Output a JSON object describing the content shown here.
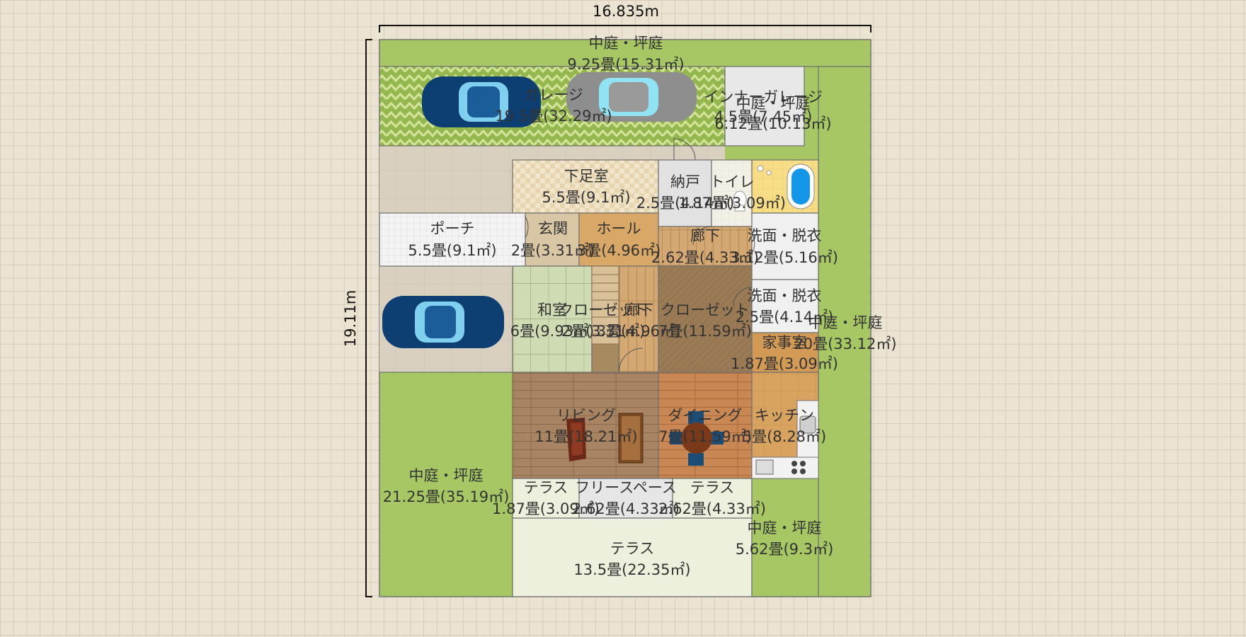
{
  "dimensions": {
    "width_label": "16.835m",
    "height_label": "19.11m"
  },
  "rooms": [
    {
      "key": "courtyard-top",
      "name": "中庭・坪庭",
      "area": "9.25畳(15.31㎡)",
      "fill": "#a6c763"
    },
    {
      "key": "garage",
      "name": "ガレージ",
      "area": "19.5畳(32.29㎡)",
      "fill": "#a6c763"
    },
    {
      "key": "inner-garage",
      "name": "インナーガレージ",
      "area": "4.5畳(7.45㎡)",
      "fill": "#e8e8e8"
    },
    {
      "key": "courtyard-upper-right",
      "name": "中庭・坪庭",
      "area": "6.12畳(10.13㎡)",
      "fill": "#e4e4e4"
    },
    {
      "key": "lower-foot-room",
      "name": "下足室",
      "area": "5.5畳(9.1㎡)",
      "fill": "#f1e6cc"
    },
    {
      "key": "storage",
      "name": "納戸",
      "area": "2.5畳(4.14㎡)",
      "fill": "#e2e2e2"
    },
    {
      "key": "toilet",
      "name": "トイレ",
      "area": "1.87畳(3.09㎡)",
      "fill": "#f3f1e7"
    },
    {
      "key": "porch",
      "name": "ポーチ",
      "area": "5.5畳(9.1㎡)",
      "fill": "#f4f4f4"
    },
    {
      "key": "entrance",
      "name": "玄関",
      "area": "2畳(3.31㎡)",
      "fill": "#d9c6a5"
    },
    {
      "key": "hall",
      "name": "ホール",
      "area": "3畳(4.96㎡)",
      "fill": "#d9a766"
    },
    {
      "key": "corridor-upper",
      "name": "廊下",
      "area": "2.62畳(4.33㎡)",
      "fill": "#d5a874"
    },
    {
      "key": "washroom-upper",
      "name": "洗面・脱衣",
      "area": "3.12畳(5.16㎡)",
      "fill": "#f0f0f0"
    },
    {
      "key": "washroom-lower",
      "name": "洗面・脱衣",
      "area": "2.5畳(4.14㎡)",
      "fill": "#f0f0f0"
    },
    {
      "key": "japanese-room",
      "name": "和室",
      "area": "6畳(9.93㎡)",
      "fill": "#cfdcb3"
    },
    {
      "key": "closet-small",
      "name": "クローゼット",
      "area": "2畳(3.31㎡)",
      "fill": "#a88a61"
    },
    {
      "key": "corridor-middle",
      "name": "廊下",
      "area": "3畳(4.96㎡)",
      "fill": "#d4a873"
    },
    {
      "key": "closet-large",
      "name": "クローゼット",
      "area": "7畳(11.59㎡)",
      "fill": "#9a7b55"
    },
    {
      "key": "courtyard-right",
      "name": "中庭・坪庭",
      "area": "20畳(33.12㎡)",
      "fill": "#a6c763"
    },
    {
      "key": "utility-room",
      "name": "家事室",
      "area": "1.87畳(3.09㎡)",
      "fill": "#d39a56"
    },
    {
      "key": "living",
      "name": "リビング",
      "area": "11畳(18.21㎡)",
      "fill": "#a98462"
    },
    {
      "key": "dining",
      "name": "ダイニング",
      "area": "7畳(11.59㎡)",
      "fill": "#c88753"
    },
    {
      "key": "kitchen",
      "name": "キッチン",
      "area": "5畳(8.28㎡)",
      "fill": "#d8a35e"
    },
    {
      "key": "courtyard-left",
      "name": "中庭・坪庭",
      "area": "21.25畳(35.19㎡)",
      "fill": "#a6c763"
    },
    {
      "key": "terrace-small-left",
      "name": "テラス",
      "area": "1.87畳(3.09㎡)",
      "fill": "#eef0de"
    },
    {
      "key": "free-space",
      "name": "フリースペース",
      "area": "2.62畳(4.33㎡)",
      "fill": "#e6e6e6"
    },
    {
      "key": "terrace-small-right",
      "name": "テラス",
      "area": "2.62畳(4.33㎡)",
      "fill": "#eef0de"
    },
    {
      "key": "terrace-large",
      "name": "テラス",
      "area": "13.5畳(22.35㎡)",
      "fill": "#eef0de"
    },
    {
      "key": "courtyard-lower-right",
      "name": "中庭・坪庭",
      "area": "5.62畳(9.3㎡)",
      "fill": "#a6c763"
    }
  ],
  "colors": {
    "lawn": "#a6c763",
    "wall": "#6f6f6f",
    "car_blue": "#0e3f73",
    "car_grey": "#8e8e8e",
    "background": "#ece4d2"
  }
}
